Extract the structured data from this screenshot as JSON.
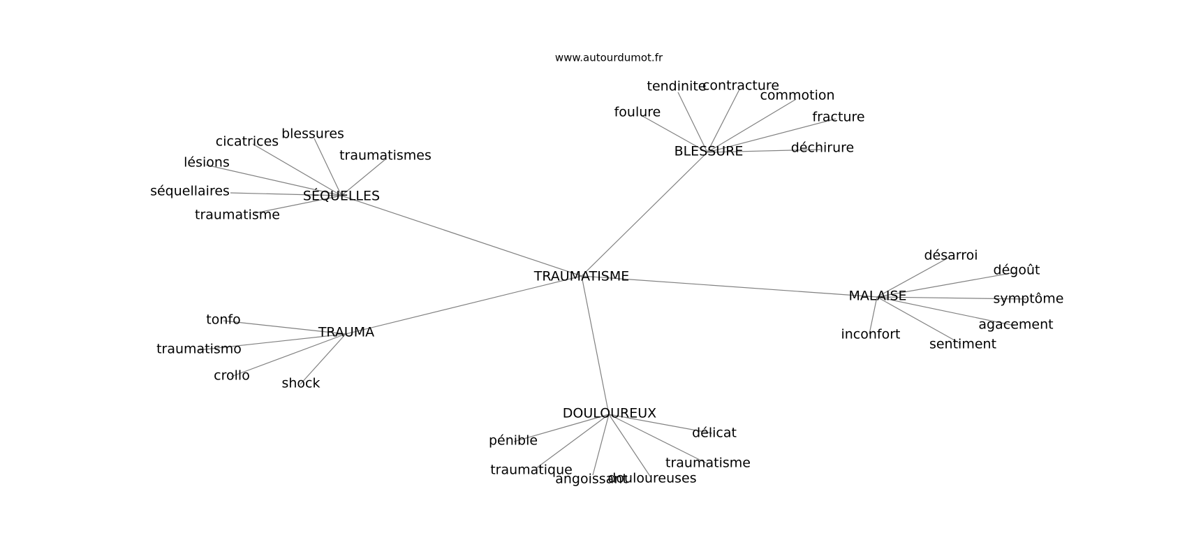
{
  "source": "www.autourdumot.fr",
  "center": "TRAUMATISME",
  "clusters": {
    "sequelles": {
      "label": "SÉQUELLES",
      "leaves": [
        "blessures",
        "cicatrices",
        "traumatismes",
        "lésions",
        "séquellaires",
        "traumatisme"
      ]
    },
    "blessure": {
      "label": "BLESSURE",
      "leaves": [
        "tendinite",
        "contracture",
        "commotion",
        "foulure",
        "fracture",
        "déchirure"
      ]
    },
    "malaise": {
      "label": "MALAISE",
      "leaves": [
        "désarroi",
        "dégoût",
        "symptôme",
        "agacement",
        "inconfort",
        "sentiment"
      ]
    },
    "trauma": {
      "label": "TRAUMA",
      "leaves": [
        "tonfo",
        "traumatismo",
        "crollo",
        "shock"
      ]
    },
    "douloureux": {
      "label": "DOULOUREUX",
      "leaves": [
        "délicat",
        "pénible",
        "traumatisme",
        "traumatique",
        "angoissant",
        "douloureuses"
      ]
    }
  }
}
